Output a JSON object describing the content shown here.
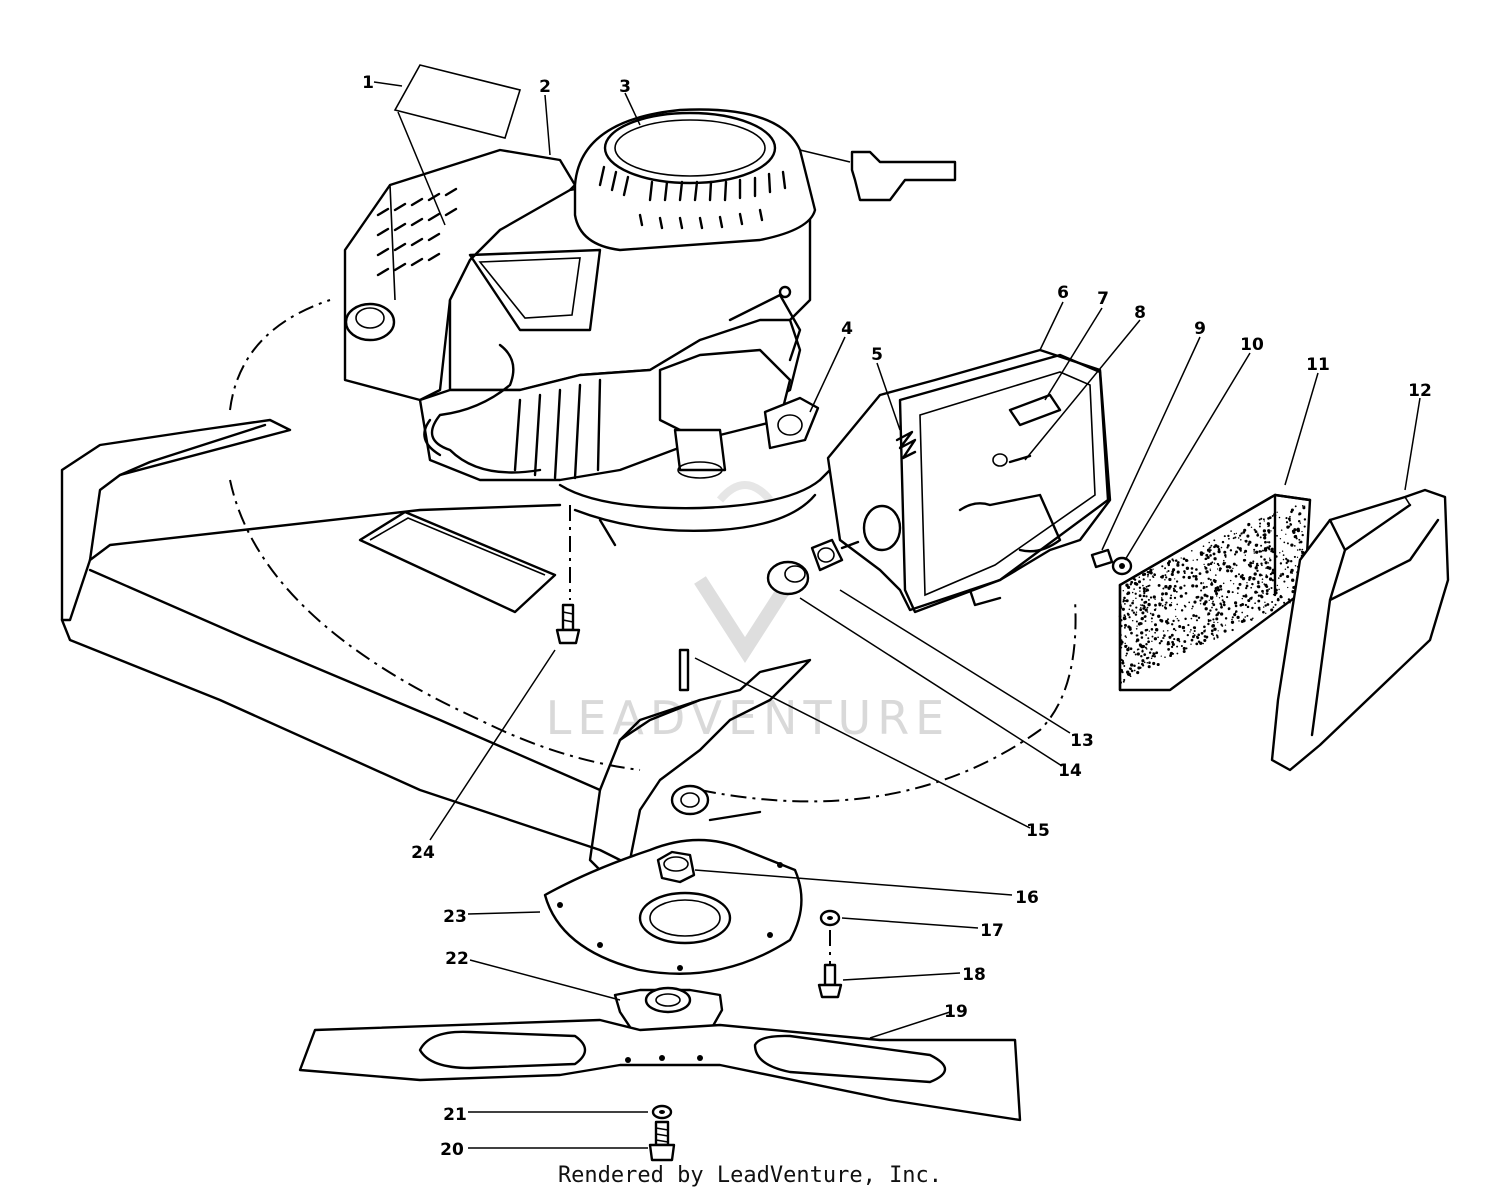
{
  "watermark": "LEADVENTURE",
  "footer": "Rendered by LeadVenture, Inc.",
  "callouts": {
    "c1": "1",
    "c2": "2",
    "c3": "3",
    "c4": "4",
    "c5": "5",
    "c6": "6",
    "c7": "7",
    "c8": "8",
    "c9": "9",
    "c10": "10",
    "c11": "11",
    "c12": "12",
    "c13": "13",
    "c14": "14",
    "c15": "15",
    "c16": "16",
    "c17": "17",
    "c18": "18",
    "c19": "19",
    "c20": "20",
    "c21": "21",
    "c22": "22",
    "c23": "23",
    "c24": "24"
  }
}
